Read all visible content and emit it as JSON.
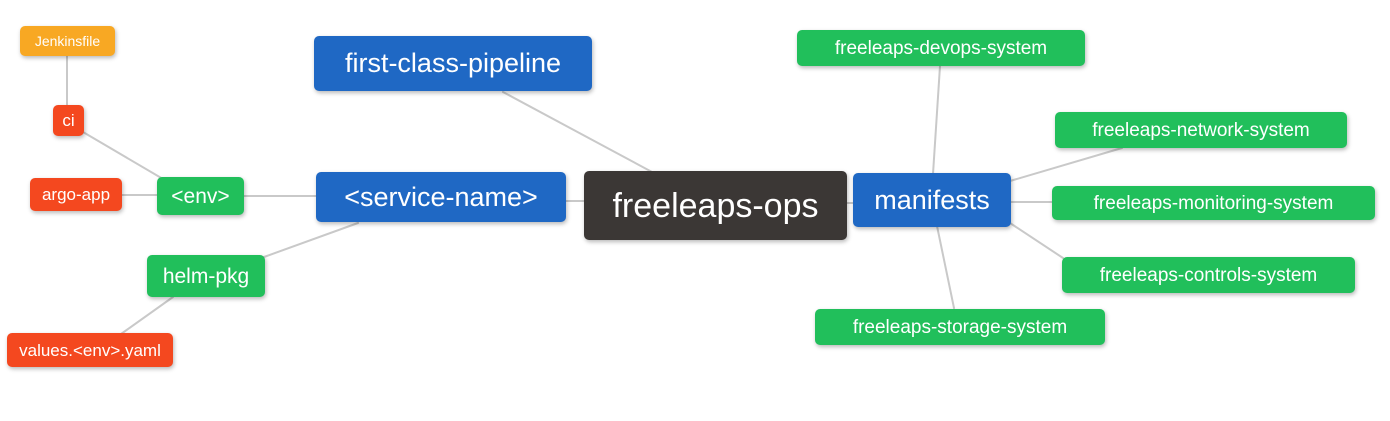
{
  "diagram": {
    "type": "mindmap",
    "background_color": "#ffffff",
    "edge_color": "#c9c9c9",
    "text_color": "#ffffff"
  },
  "palette": {
    "blue": "#1f68c4",
    "green": "#21bf5b",
    "red": "#f4481f",
    "orange": "#f8a823",
    "dark": "#3b3735"
  },
  "nodes": {
    "root": {
      "label": "freeleaps-ops",
      "color": "dark"
    },
    "first_class_pipeline": {
      "label": "first-class-pipeline",
      "color": "blue"
    },
    "service_name": {
      "label": "<service-name>",
      "color": "blue"
    },
    "manifests": {
      "label": "manifests",
      "color": "blue"
    },
    "env": {
      "label": "<env>",
      "color": "green"
    },
    "helm_pkg": {
      "label": "helm-pkg",
      "color": "green"
    },
    "jenkinsfile": {
      "label": "Jenkinsfile",
      "color": "orange"
    },
    "ci": {
      "label": "ci",
      "color": "red"
    },
    "argo_app": {
      "label": "argo-app",
      "color": "red"
    },
    "values_env_yaml": {
      "label": "values.<env>.yaml",
      "color": "red"
    },
    "devops_system": {
      "label": "freeleaps-devops-system",
      "color": "green"
    },
    "network_system": {
      "label": "freeleaps-network-system",
      "color": "green"
    },
    "monitoring_system": {
      "label": "freeleaps-monitoring-system",
      "color": "green"
    },
    "controls_system": {
      "label": "freeleaps-controls-system",
      "color": "green"
    },
    "storage_system": {
      "label": "freeleaps-storage-system",
      "color": "green"
    }
  },
  "edges": [
    {
      "from": "jenkinsfile",
      "to": "ci"
    },
    {
      "from": "ci",
      "to": "env"
    },
    {
      "from": "argo_app",
      "to": "env"
    },
    {
      "from": "env",
      "to": "service_name"
    },
    {
      "from": "helm_pkg",
      "to": "service_name"
    },
    {
      "from": "values_env_yaml",
      "to": "helm_pkg"
    },
    {
      "from": "first_class_pipeline",
      "to": "root"
    },
    {
      "from": "service_name",
      "to": "root"
    },
    {
      "from": "root",
      "to": "manifests"
    },
    {
      "from": "manifests",
      "to": "devops_system"
    },
    {
      "from": "manifests",
      "to": "network_system"
    },
    {
      "from": "manifests",
      "to": "monitoring_system"
    },
    {
      "from": "manifests",
      "to": "controls_system"
    },
    {
      "from": "manifests",
      "to": "storage_system"
    }
  ]
}
